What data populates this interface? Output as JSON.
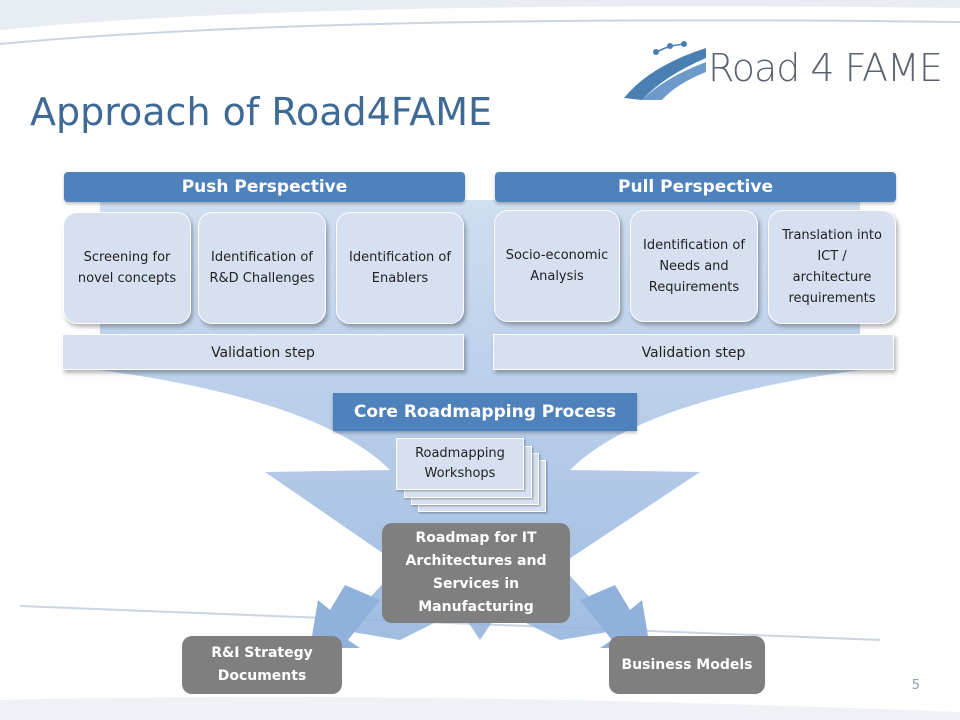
{
  "slide": {
    "title": "Approach of Road4FAME",
    "page_number": "5"
  },
  "logo": {
    "text": "Road 4 FAME"
  },
  "push": {
    "header": "Push Perspective",
    "cards": [
      "Screening for novel concepts",
      "Identification of R&D Challenges",
      "Identification of Enablers"
    ],
    "validation": "Validation step"
  },
  "pull": {
    "header": "Pull Perspective",
    "cards": [
      "Socio-economic Analysis",
      "Identification of Needs and Requirements",
      "Translation into ICT / architecture requirements"
    ],
    "validation": "Validation step"
  },
  "core": {
    "header": "Core Roadmapping Process",
    "workshops": "Roadmapping Workshops",
    "roadmap": "Roadmap for IT Architectures and Services in Manufacturing"
  },
  "outputs": {
    "left": "R&I Strategy Documents",
    "right": "Business Models"
  },
  "colors": {
    "title": "#3f6a96",
    "header_blue": "#4f81bd",
    "card_fill": "#d6e0f1",
    "funnel": "#a9c4e6",
    "output_grey": "#7f7f7f"
  }
}
